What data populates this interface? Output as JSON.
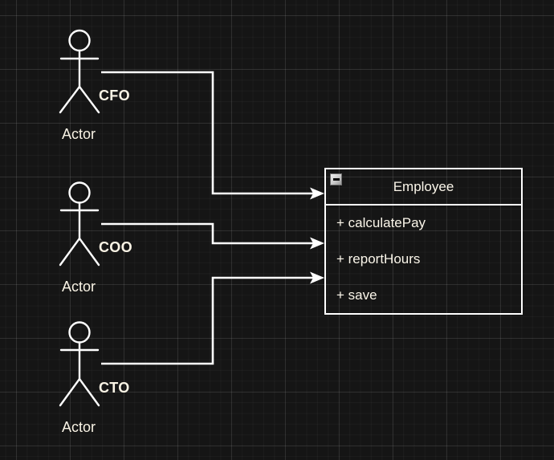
{
  "diagram": {
    "type": "uml-actor-class-diagram",
    "background_color": "#151515",
    "grid_major_color": "#2b2b2b",
    "grid_minor_color": "#1d1d1d",
    "stroke_color": "#ffffff",
    "text_color": "#f9f3e5"
  },
  "actors": [
    {
      "name": "CFO",
      "type": "Actor"
    },
    {
      "name": "COO",
      "type": "Actor"
    },
    {
      "name": "CTO",
      "type": "Actor"
    }
  ],
  "connectors": [
    {
      "from": "CFO",
      "to": "Employee"
    },
    {
      "from": "COO",
      "to": "Employee"
    },
    {
      "from": "CTO",
      "to": "Employee"
    }
  ],
  "class_box": {
    "title": "Employee",
    "collapse_icon": "minus-square",
    "methods": [
      {
        "label": "+ calculatePay"
      },
      {
        "label": "+ reportHours"
      },
      {
        "label": "+ save"
      }
    ]
  }
}
